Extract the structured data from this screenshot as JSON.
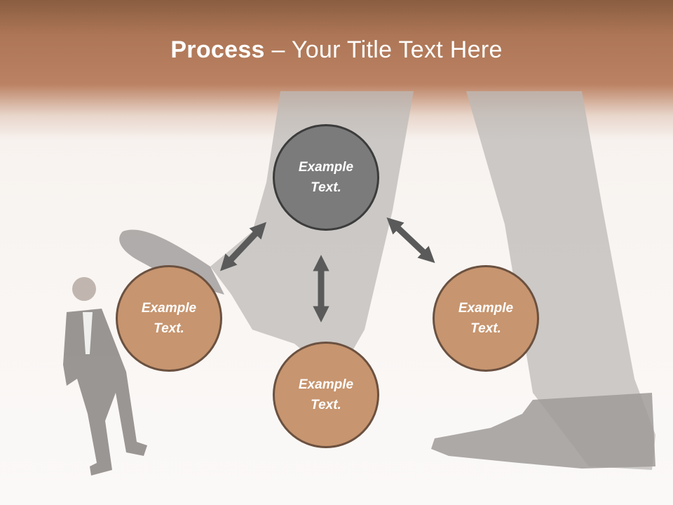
{
  "title": {
    "bold": "Process",
    "rest": " – Your Title Text Here"
  },
  "nodes": [
    {
      "line1": "Example",
      "line2": "Text.",
      "color": "#7b7b7b"
    },
    {
      "line1": "Example",
      "line2": "Text.",
      "color": "#c7956f"
    },
    {
      "line1": "Example",
      "line2": "Text.",
      "color": "#c7956f"
    },
    {
      "line1": "Example",
      "line2": "Text.",
      "color": "#c7956f"
    }
  ],
  "colors": {
    "header": "#b17a5a",
    "arrow": "#5a5a5a",
    "node_border": "#6b5140"
  }
}
